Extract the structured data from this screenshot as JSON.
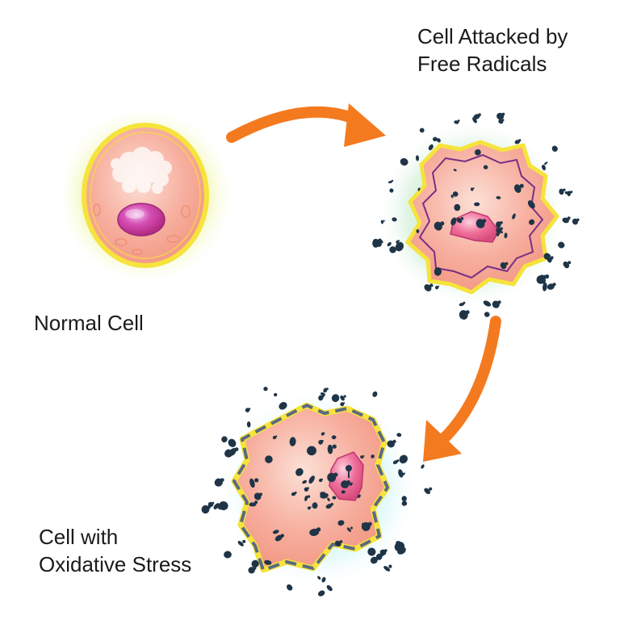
{
  "labels": {
    "normal_cell": "Normal Cell",
    "attacked_line1": "Cell Attacked by",
    "attacked_line2": "Free Radicals",
    "stress_line1": "Cell with",
    "stress_line2": "Oxidative Stress"
  },
  "colors": {
    "arrow": "#f47a1f",
    "cytoplasm": "#f7a898",
    "membrane_yellow": "#f6e33c",
    "nucleus": "#d54fb0",
    "radical": "#1f3547",
    "glow_yellow": "#e6f27a",
    "glow_green": "#9fdca8",
    "glow_cyan": "#a6ecf0",
    "inner_membrane": "#7a2f86"
  }
}
